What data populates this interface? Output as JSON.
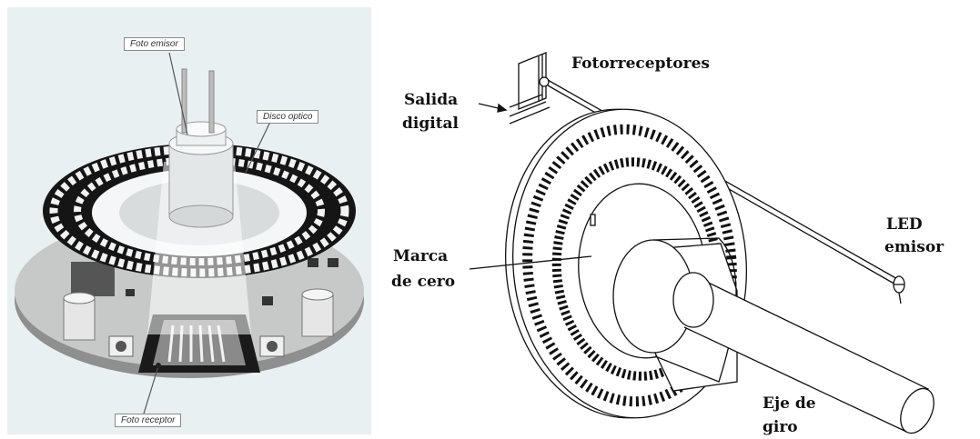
{
  "left_figure": {
    "callouts": {
      "emitter": "Foto emisor",
      "disc": "Disco optico",
      "receiver": "Foto receptor"
    }
  },
  "right_figure": {
    "labels": {
      "salida_line1": "Salida",
      "salida_line2": "digital",
      "fotorreceptores": "Fotorreceptores",
      "led_line1": "LED",
      "led_line2": "emisor",
      "marca_line1": "Marca",
      "marca_line2": "de cero",
      "eje_line1": "Eje de",
      "eje_line2": "giro"
    }
  }
}
